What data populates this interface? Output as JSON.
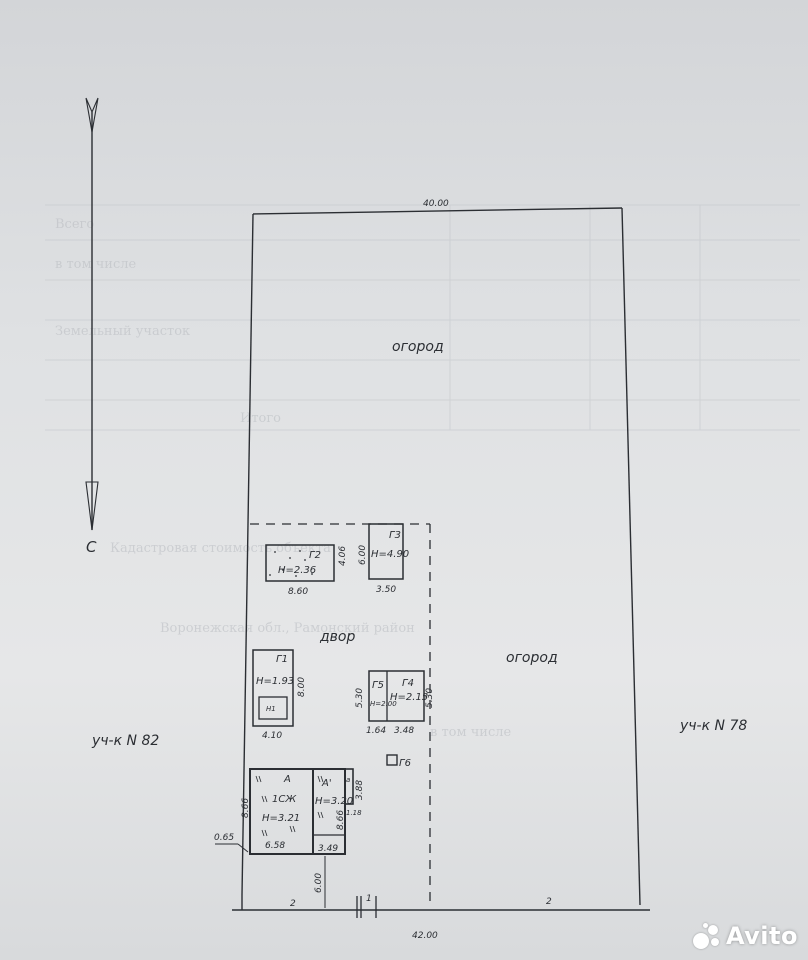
{
  "plan": {
    "top_width": "40.00",
    "bottom_width": "42.00",
    "compass_letter": "С",
    "garden_top": "огород",
    "garden_right": "огород",
    "yard": "двор",
    "neighbor_left": "уч-к N 82",
    "neighbor_right": "уч-к N 78",
    "offset_left": "0.65",
    "gap_height": "6.00",
    "tick_left": "2",
    "tick_mid": "1",
    "tick_right": "2"
  },
  "buildings": {
    "g2": {
      "tag": "Г2",
      "height": "H=2.36",
      "w": "8.60",
      "h": "4.06"
    },
    "g3": {
      "tag": "Г3",
      "height": "H=4.90",
      "w": "3.50",
      "h": "6.00"
    },
    "g1": {
      "tag": "Г1",
      "height": "H=1.93",
      "sub": "H1",
      "w": "4.10",
      "h": "8.00"
    },
    "g5": {
      "tag": "Г5",
      "height": "H=2.00",
      "w": "1.64",
      "h": "5.30"
    },
    "g4": {
      "tag": "Г4",
      "height": "H=2.15",
      "w": "3.48",
      "h": "5.30"
    },
    "g6": {
      "tag": "Г6"
    },
    "a": {
      "tag": "А",
      "type": "1СЖ",
      "height": "H=3.21",
      "w": "6.58",
      "h": "8.66"
    },
    "a1": {
      "tag": "А'",
      "height": "H=3.20",
      "w": "3.49",
      "h": "8.66"
    },
    "a_small": {
      "tag": "а",
      "w": "1.18",
      "h": "3.88"
    }
  },
  "ghost_text": {
    "row1": "Всего",
    "row2": "в том числе",
    "row3": "Земельный участок",
    "row4": "Итого",
    "note1": "Кадастровая стоимость объекта",
    "note2": "Воронежская обл., Рамонский район",
    "note3": "в том числе"
  },
  "watermark": {
    "text": "Avito"
  },
  "colors": {
    "ink": "#2b2e33",
    "paper": "#e3e4e6"
  }
}
